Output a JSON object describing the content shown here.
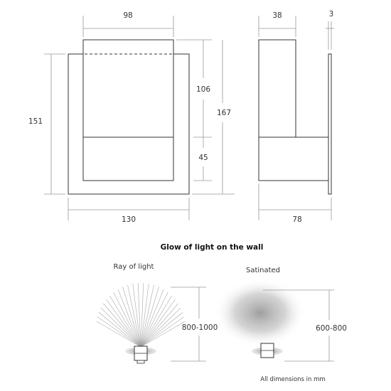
{
  "front_view": {
    "width_top": "98",
    "height_total": "151",
    "height_upper": "106",
    "height_lower": "45",
    "height_overall": "167",
    "width_base": "130"
  },
  "side_view": {
    "depth_top": "38",
    "plate": "3",
    "depth_base": "78"
  },
  "glow": {
    "title": "Glow of light on the wall",
    "ray": {
      "label": "Ray of light",
      "height": "800-1000"
    },
    "satinated": {
      "label": "Satinated",
      "height": "600-800"
    }
  },
  "footer": {
    "note": "All dimensions in mm"
  },
  "colors": {
    "line": "#333333",
    "dimension": "#999999",
    "glow": "#888888"
  }
}
